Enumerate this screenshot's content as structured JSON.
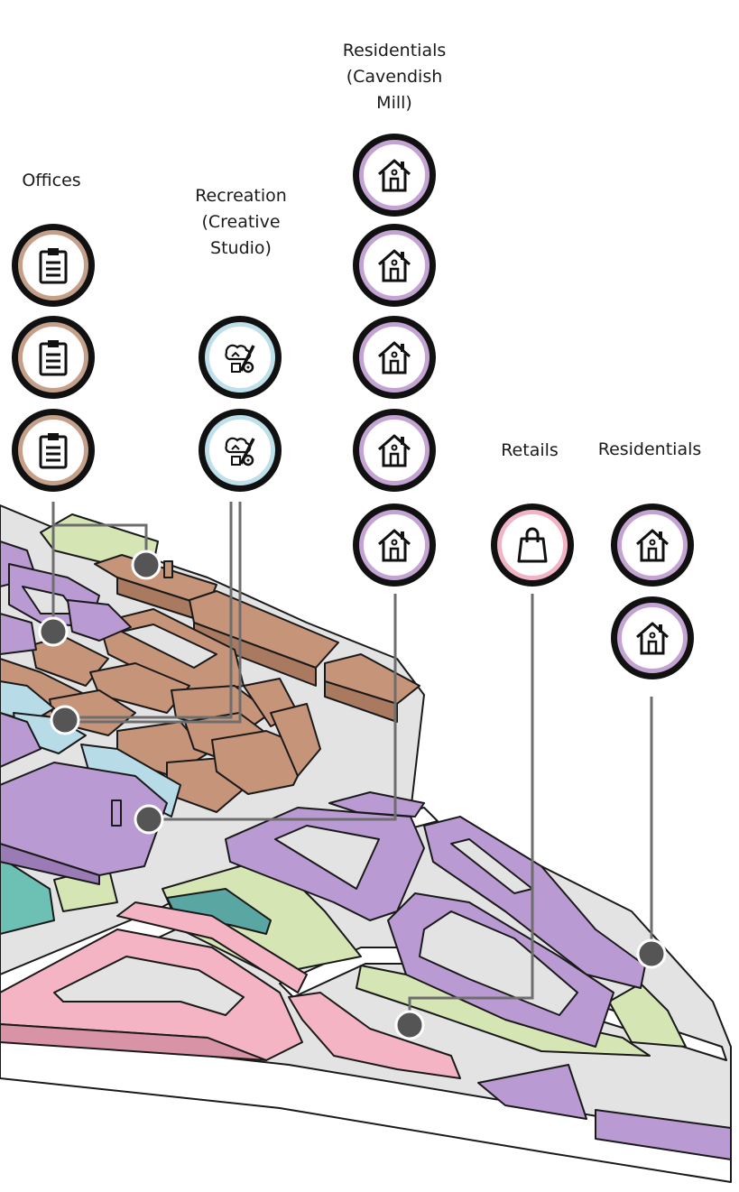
{
  "colors": {
    "office": "#c69478",
    "recreation": "#b7dce8",
    "residential": "#b99ad2",
    "retail": "#f4b4c4",
    "green": "#d5e6b4",
    "teal": "#6cc0b4",
    "ground": "#e2e2e2",
    "road": "#ffffff",
    "connector": "#6e6e6e"
  },
  "categories": [
    {
      "id": "offices",
      "label_lines": [
        "Offices"
      ],
      "icon": "clipboard-icon",
      "count": 3
    },
    {
      "id": "recreation",
      "label_lines": [
        "Recreation",
        "(Creative",
        "Studio)"
      ],
      "icon": "creative-tools-icon",
      "count": 2
    },
    {
      "id": "residentials-cavendish",
      "label_lines": [
        "Residentials",
        "(Cavendish",
        "Mill)"
      ],
      "icon": "house-icon",
      "count": 5
    },
    {
      "id": "retails",
      "label_lines": [
        "Retails"
      ],
      "icon": "shopping-bag-icon",
      "count": 1
    },
    {
      "id": "residentials",
      "label_lines": [
        "Residentials"
      ],
      "icon": "house-icon",
      "count": 2
    }
  ]
}
